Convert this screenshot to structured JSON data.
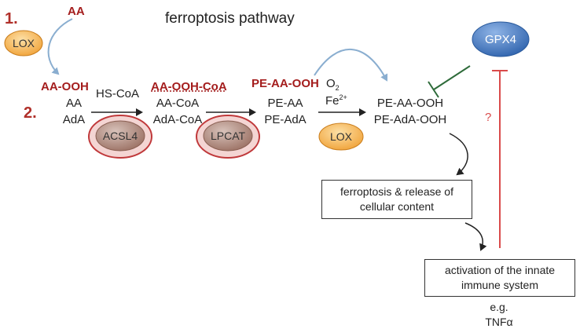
{
  "title": "ferroptosis pathway",
  "step_1": "1.",
  "step_2": "2.",
  "aa_top": "AA",
  "lox_top": "LOX",
  "col1": {
    "red": "AA-OOH",
    "line2": "AA",
    "line3": "AdA"
  },
  "hs_coa": "HS-CoA",
  "col2": {
    "red": "AA-OOH-CoA",
    "line2": "AA-CoA",
    "line3": "AdA-CoA"
  },
  "col3": {
    "red": "PE-AA-OOH",
    "line2": "PE-AA",
    "line3": "PE-AdA"
  },
  "o2": {
    "base": "O",
    "sub": "2"
  },
  "fe": {
    "base": "Fe",
    "sup": "2+"
  },
  "lox_mid": "LOX",
  "col4": {
    "line1": "PE-AA-OOH",
    "line2": "PE-AdA-OOH"
  },
  "acsl4": "ACSL4",
  "lpcat": "LPCAT",
  "gpx4": "GPX4",
  "question": "?",
  "box_ferroptosis": {
    "line1": "ferroptosis & release of",
    "line2": "cellular content"
  },
  "box_innate": {
    "line1": "activation of the innate",
    "line2": "immune system"
  },
  "example": {
    "line1": "e.g.",
    "line2": "TNFα"
  },
  "colors": {
    "red_text": "#a41d1d",
    "step_red": "#b0302a",
    "lox_orange": "#f2a33a",
    "gpx4_blue": "#3f78c0",
    "enzyme_ring": "#c0393b",
    "enzyme_fill": "#b99387",
    "inhibit_green": "#2e6b3a",
    "inhibit_red": "#d94b4b",
    "curve_blue": "#8aaed0"
  }
}
